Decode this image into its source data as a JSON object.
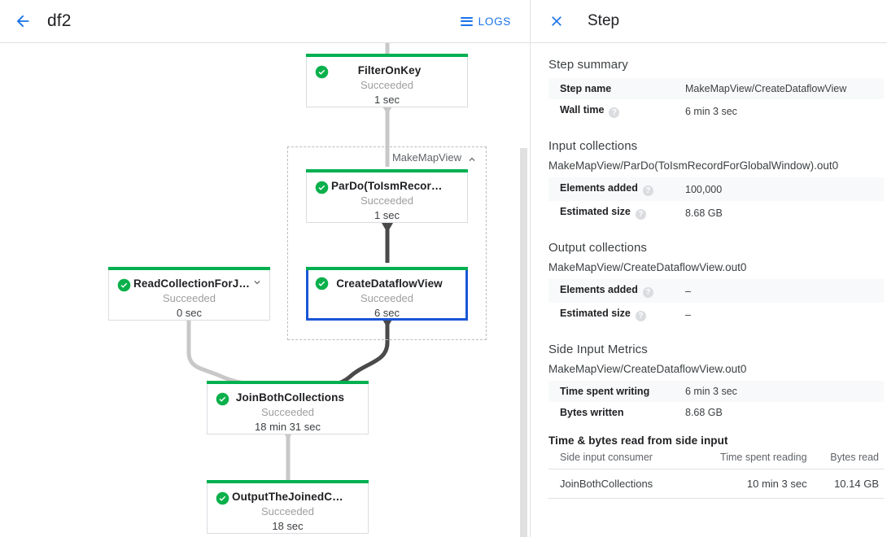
{
  "left": {
    "header": {
      "back_icon": "arrow-back-icon",
      "job_title": "df2",
      "logs_label": "LOGS",
      "logs_icon": "logs-list-icon"
    },
    "group": {
      "label": "MakeMapView",
      "collapse_icon": "chevron-up-icon"
    },
    "nodes": [
      {
        "id": "filter-on-key",
        "title": "FilterOnKey",
        "status": "Succeeded",
        "time": "1 sec",
        "selected": false,
        "has_chevron": false
      },
      {
        "id": "pardo-toism",
        "title": "ParDo(ToIsmRecordFor…",
        "status": "Succeeded",
        "time": "1 sec",
        "selected": false,
        "has_chevron": false
      },
      {
        "id": "create-dataflow-view",
        "title": "CreateDataflowView",
        "status": "Succeeded",
        "time": "6 sec",
        "selected": true,
        "has_chevron": false
      },
      {
        "id": "read-collection",
        "title": "ReadCollectionForJoin",
        "status": "Succeeded",
        "time": "0 sec",
        "selected": false,
        "has_chevron": true
      },
      {
        "id": "join-both",
        "title": "JoinBothCollections",
        "status": "Succeeded",
        "time": "18 min 31 sec",
        "selected": false,
        "has_chevron": false
      },
      {
        "id": "output-joined",
        "title": "OutputTheJoinedCollec…",
        "status": "Succeeded",
        "time": "18 sec",
        "selected": false,
        "has_chevron": false
      }
    ],
    "status_color": "#00b050",
    "selected_color": "#1a56d6"
  },
  "right": {
    "header": {
      "close_icon": "close-icon",
      "title": "Step"
    },
    "step_summary": {
      "heading": "Step summary",
      "rows": [
        {
          "key": "Step name",
          "value": "MakeMapView/CreateDataflowView",
          "help": false
        },
        {
          "key": "Wall time",
          "value": "6 min 3 sec",
          "help": true
        }
      ]
    },
    "input_collections": {
      "heading": "Input collections",
      "name": "MakeMapView/ParDo(ToIsmRecordForGlobalWindow).out0",
      "rows": [
        {
          "key": "Elements added",
          "value": "100,000",
          "help": true
        },
        {
          "key": "Estimated size",
          "value": "8.68 GB",
          "help": true
        }
      ]
    },
    "output_collections": {
      "heading": "Output collections",
      "name": "MakeMapView/CreateDataflowView.out0",
      "rows": [
        {
          "key": "Elements added",
          "value": "–",
          "help": true
        },
        {
          "key": "Estimated size",
          "value": "–",
          "help": true
        }
      ]
    },
    "side_input_metrics": {
      "heading": "Side Input Metrics",
      "name": "MakeMapView/CreateDataflowView.out0",
      "rows": [
        {
          "key": "Time spent writing",
          "value": "6 min 3 sec",
          "help": false
        },
        {
          "key": "Bytes written",
          "value": "8.68 GB",
          "help": false
        }
      ]
    },
    "side_input_table": {
      "heading": "Time & bytes read from side input",
      "columns": [
        "Side input consumer",
        "Time spent reading",
        "Bytes read"
      ],
      "rows": [
        [
          "JoinBothCollections",
          "10 min 3 sec",
          "10.14 GB"
        ]
      ]
    }
  }
}
